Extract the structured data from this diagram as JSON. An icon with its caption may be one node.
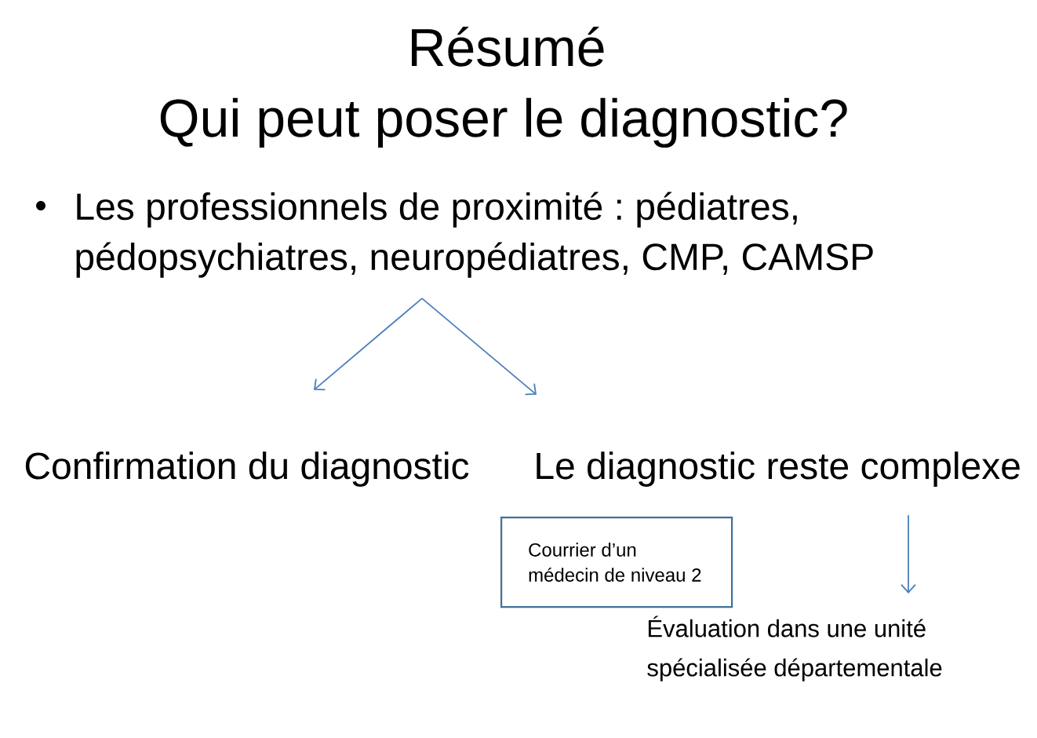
{
  "diagram": {
    "title": "Résumé",
    "nodes": [
      {
        "text": [
          "Les professionnels de proximité : pédiatres, pédopsychiatres, neuropédiatres, CMP, CAMSP"
        ]
      },
      {
        "text": [
          "Confirmation du diagnostic"
        ]
      },
      {
        "text": [
          "Le diagnostic reste complexe"
        ]
      },
      {
        "text": [
          "Courrier d’un médecin de niveau 2"
        ]
      },
      {
        "text": [
          "Évaluation dans une unité spécialisée départementale"
        ]
      }
    ],
    "edges": [
      {
        "from": 0,
        "to": 1,
        "arrow": "to"
      },
      {
        "from": 0,
        "to": 2,
        "arrow": "to"
      },
      {
        "from": 2,
        "to": 4,
        "arrow": "to"
      }
    ],
    "labels": [
      "Qui peut poser le diagnostic?"
    ]
  }
}
